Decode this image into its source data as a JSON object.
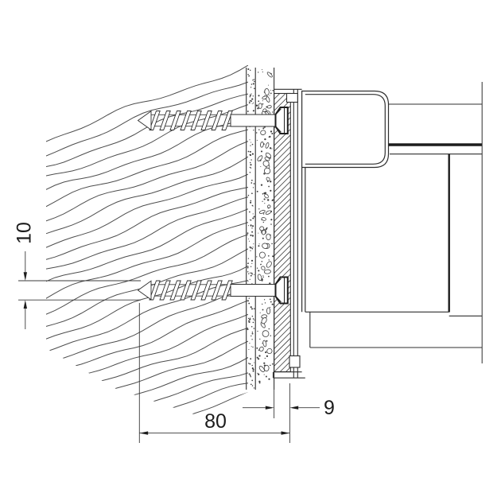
{
  "drawing": {
    "dimensions": {
      "hole_diameter": "10",
      "anchor_depth": "80",
      "plate_offset": "9"
    },
    "colors": {
      "line": "#2f2f2f",
      "hatch": "#4d4d4d",
      "background": "#ffffff"
    }
  }
}
